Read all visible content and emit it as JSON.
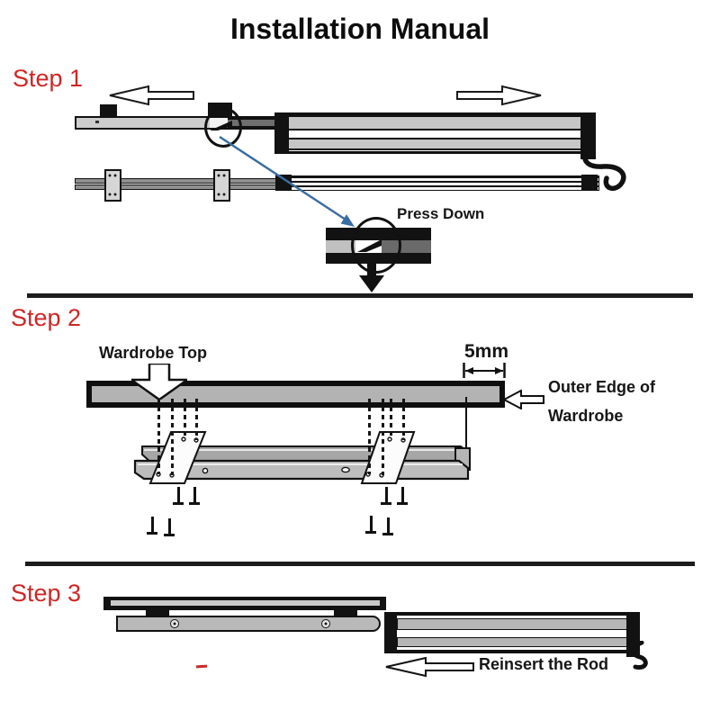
{
  "title": "Installation Manual",
  "steps": [
    {
      "label": "Step 1"
    },
    {
      "label": "Step 2"
    },
    {
      "label": "Step 3"
    }
  ],
  "step1": {
    "press_down_label": "Press Down",
    "icons": [
      "slide-left-arrow-icon",
      "slide-right-arrow-icon",
      "latch-detail-circle",
      "press-down-arrow-icon",
      "hanging-hook-icon",
      "zoom-callout-arrow-icon"
    ]
  },
  "step2": {
    "wardrobe_top_label": "Wardrobe Top",
    "dimension_label": "5mm",
    "outer_edge_line1": "Outer Edge of",
    "outer_edge_line2": "Wardrobe",
    "icons": [
      "wardrobe-top-down-arrow-icon",
      "dimension-arrow-icon",
      "outer-edge-arrow-icon",
      "screw-icon",
      "mounting-plate",
      "drill-guide-dashed-lines"
    ]
  },
  "step3": {
    "reinsert_label": "Reinsert the Rod",
    "icons": [
      "reinsert-arrow-icon",
      "hanging-hook-icon"
    ]
  },
  "colors": {
    "red": "#cf2626",
    "blue": "#3a6da3",
    "light_gray": "#c6c6c6",
    "mid_gray": "#b3b3b3",
    "dark_gray": "#6e6e6e",
    "line_black": "#111111"
  }
}
